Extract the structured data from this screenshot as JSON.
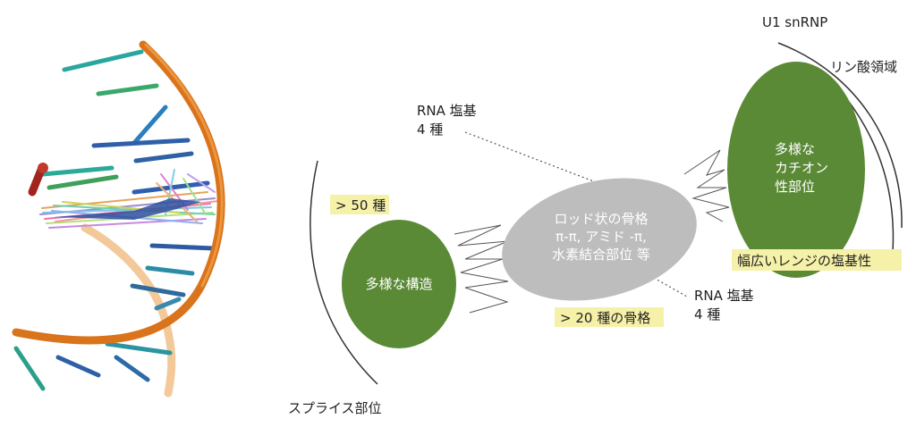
{
  "labels": {
    "u1_snrnp": "U1 snRNP",
    "phosphate_region": "リン酸領域",
    "splice_site": "スプライス部位",
    "rna_bases_top_line1": "RNA 塩基",
    "rna_bases_top_line2": "4 種",
    "rna_bases_bottom_line1": "RNA 塩基",
    "rna_bases_bottom_line2": "4 種",
    "gt50": "> 50 種",
    "gt20": "> 20 種の骨格",
    "wide_range": "幅広いレンジの塩基性"
  },
  "nodes": {
    "diverse_structures": "多様な構造",
    "backbone_line1": "ロッド状の骨格",
    "backbone_line2": "π-π, アミド -π,",
    "backbone_line3": "水素結合部位 等",
    "cation_line1": "多様な",
    "cation_line2": "カチオン",
    "cation_line3": "性部位"
  },
  "colors": {
    "green": "#5b8a36",
    "gray": "#bdbdbd",
    "orange": "#d9731c",
    "peach": "#f3c99a",
    "highlight": "#f6f1a8"
  }
}
